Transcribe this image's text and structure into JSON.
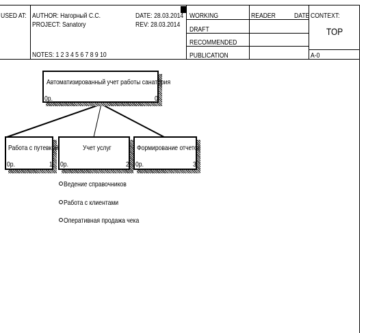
{
  "header": {
    "used_at": "USED AT:",
    "author": "AUTHOR:  Нагорный С.С.",
    "project": "PROJECT:  Sanatory",
    "date": "DATE: 28.03.2014",
    "rev": "REV:  28.03.2014",
    "notes": "NOTES:  1  2  3  4  5  6  7  8  9  10",
    "status": [
      "WORKING",
      "DRAFT",
      "RECOMMENDED",
      "PUBLICATION"
    ],
    "reader": "READER",
    "reader_date": "DATE",
    "context": "CONTEXT:",
    "context_top": "TOP",
    "node": "A-0"
  },
  "diagram": {
    "parent": {
      "title": "Автоматизированный учет работы санатория",
      "cost": "0р.",
      "number": "0"
    },
    "children": [
      {
        "title": "Работа с путевкой",
        "cost": "0р.",
        "number": "1"
      },
      {
        "title": "Учет услуг",
        "cost": "0р.",
        "number": "2"
      },
      {
        "title": "Формирование отчетов",
        "cost": "0р.",
        "number": "3"
      }
    ],
    "bullets": [
      "Ведение справочников",
      "Работа с клиентами",
      "Оперативная продажа чека"
    ]
  }
}
